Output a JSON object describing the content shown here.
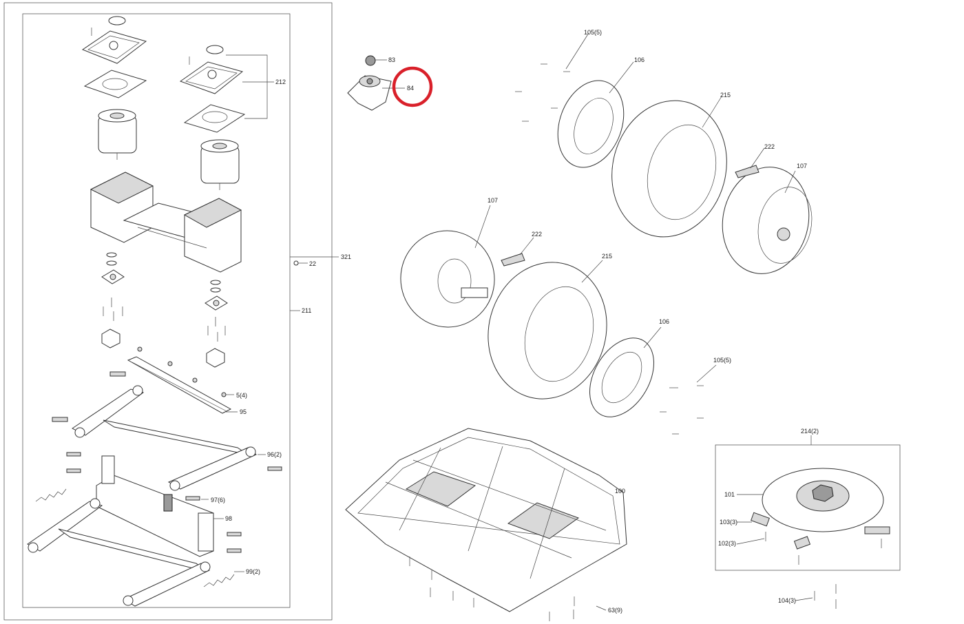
{
  "labels": {
    "l83": "83",
    "l84": "84",
    "l105a": "105(5)",
    "l106a": "106",
    "l215a": "215",
    "l222a": "222",
    "l107a": "107",
    "l212": "212",
    "l22": "22",
    "l321": "321",
    "l211": "211",
    "l107b": "107",
    "l222b": "222",
    "l215b": "215",
    "l106b": "106",
    "l105b": "105(5)",
    "l5": "5(4)",
    "l95": "95",
    "l96": "96(2)",
    "l97": "97(6)",
    "l98": "98",
    "l99": "99(2)",
    "l100": "100",
    "l214": "214(2)",
    "l101": "101",
    "l103": "103(3)",
    "l102": "102(3)",
    "l104": "104(3)",
    "l63": "63(9)"
  },
  "highlight": {
    "color": "#d9202a",
    "target": "84"
  },
  "colors": {
    "line": "#333333",
    "shade": "#d9d9d9"
  }
}
